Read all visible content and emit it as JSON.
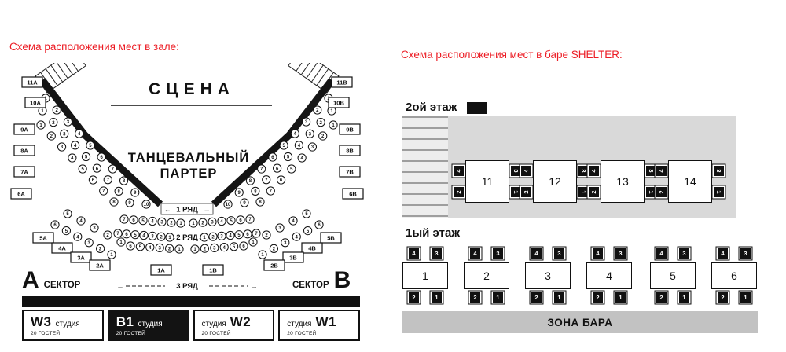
{
  "colors": {
    "accent_red": "#ec1c24",
    "ink": "#111111",
    "floor2_gray": "#d9d9d9",
    "bar_zone_gray": "#c2c2c2"
  },
  "hall": {
    "title": "Схема расположения мест в зале:",
    "stage": "СЦЕНА",
    "parterre_line1": "ТАНЦЕВАЛЬНЫЙ",
    "parterre_line2": "ПАРТЕР",
    "row1": "1 РЯД",
    "row2": "2 РЯД",
    "row3": "3 РЯД",
    "arrow_left": "←",
    "arrow_right": "→",
    "sector_a_letter": "A",
    "sector_a_word": "СЕКТОР",
    "sector_b_word": "СЕКТОР",
    "sector_b_letter": "B",
    "left_sections": [
      "11А",
      "10А",
      "9А",
      "8А",
      "7А",
      "6А",
      "5А",
      "4А",
      "3А",
      "2А",
      "1А"
    ],
    "right_sections": [
      "11В",
      "10В",
      "9В",
      "8В",
      "7В",
      "6В",
      "5В",
      "4В",
      "3В",
      "2В",
      "1В"
    ],
    "studios": [
      {
        "name": "W3",
        "word": "студия",
        "guests": "20 ГОСТЕЙ",
        "dark": false,
        "name_first": true
      },
      {
        "name": "B1",
        "word": "студия",
        "guests": "20 ГОСТЕЙ",
        "dark": true,
        "name_first": true
      },
      {
        "name": "W2",
        "word": "студия",
        "guests": "20 ГОСТЕЙ",
        "dark": false,
        "name_first": false
      },
      {
        "name": "W1",
        "word": "студия",
        "guests": "20 ГОСТЕЙ",
        "dark": false,
        "name_first": false
      }
    ],
    "seat_rows_left": [
      {
        "numbers": [
          "1",
          "2",
          "3",
          "4",
          "5",
          "6",
          "7",
          "8",
          "9",
          "10"
        ]
      },
      {
        "numbers": [
          "1",
          "2",
          "3",
          "4",
          "5",
          "6",
          "7",
          "8",
          "9"
        ]
      },
      {
        "numbers": [
          "1",
          "2",
          "3",
          "4",
          "5",
          "6",
          "7",
          "8"
        ]
      },
      {
        "numbers": [
          "7",
          "6",
          "5",
          "4",
          "3",
          "2",
          "1"
        ]
      },
      {
        "numbers": [
          "7",
          "6",
          "5",
          "4",
          "3",
          "2",
          "1"
        ]
      },
      {
        "numbers": [
          "6",
          "5",
          "4",
          "3",
          "2",
          "1"
        ]
      },
      {
        "numbers": [
          "6",
          "5",
          "4",
          "3",
          "2",
          "1"
        ]
      },
      {
        "numbers": [
          "5",
          "4",
          "3",
          "2",
          "1"
        ]
      }
    ],
    "seat_rows_right": [
      {
        "numbers": [
          "1",
          "2",
          "3",
          "4",
          "5",
          "6",
          "7",
          "8",
          "9",
          "10"
        ]
      },
      {
        "numbers": [
          "1",
          "2",
          "3",
          "4",
          "5",
          "6",
          "7",
          "8",
          "9"
        ]
      },
      {
        "numbers": [
          "1",
          "2",
          "3",
          "4",
          "5",
          "6",
          "7",
          "8"
        ]
      },
      {
        "numbers": [
          "7",
          "6",
          "5",
          "4",
          "3",
          "2",
          "1"
        ]
      },
      {
        "numbers": [
          "7",
          "6",
          "5",
          "4",
          "3",
          "2",
          "1"
        ]
      },
      {
        "numbers": [
          "6",
          "5",
          "4",
          "3",
          "2",
          "1"
        ]
      },
      {
        "numbers": [
          "6",
          "5",
          "4",
          "3",
          "2",
          "1"
        ]
      },
      {
        "numbers": [
          "5",
          "4",
          "3",
          "2",
          "1"
        ]
      }
    ]
  },
  "bar": {
    "title": "Схема расположения мест в баре SHELTER:",
    "floor2_label": "2ой этаж",
    "floor1_label": "1ый этаж",
    "bar_zone_label": "ЗОНА БАРА",
    "floor2_tables": [
      {
        "number": "11",
        "seat_left_top": "4",
        "seat_left_bottom": "2",
        "seat_right_top": "3",
        "seat_right_bottom": "1"
      },
      {
        "number": "12",
        "seat_left_top": "4",
        "seat_left_bottom": "2",
        "seat_right_top": "3",
        "seat_right_bottom": "1"
      },
      {
        "number": "13",
        "seat_left_top": "4",
        "seat_left_bottom": "2",
        "seat_right_top": "3",
        "seat_right_bottom": "1"
      },
      {
        "number": "14",
        "seat_left_top": "4",
        "seat_left_bottom": "2",
        "seat_right_top": "3",
        "seat_right_bottom": "1"
      }
    ],
    "floor1_tables": [
      {
        "number": "1",
        "seat_top_left": "4",
        "seat_top_right": "3",
        "seat_bottom_left": "2",
        "seat_bottom_right": "1"
      },
      {
        "number": "2",
        "seat_top_left": "4",
        "seat_top_right": "3",
        "seat_bottom_left": "2",
        "seat_bottom_right": "1"
      },
      {
        "number": "3",
        "seat_top_left": "4",
        "seat_top_right": "3",
        "seat_bottom_left": "2",
        "seat_bottom_right": "1"
      },
      {
        "number": "4",
        "seat_top_left": "4",
        "seat_top_right": "3",
        "seat_bottom_left": "2",
        "seat_bottom_right": "1"
      },
      {
        "number": "5",
        "seat_top_left": "4",
        "seat_top_right": "3",
        "seat_bottom_left": "2",
        "seat_bottom_right": "1"
      },
      {
        "number": "6",
        "seat_top_left": "4",
        "seat_top_right": "3",
        "seat_bottom_left": "2",
        "seat_bottom_right": "1"
      }
    ]
  }
}
